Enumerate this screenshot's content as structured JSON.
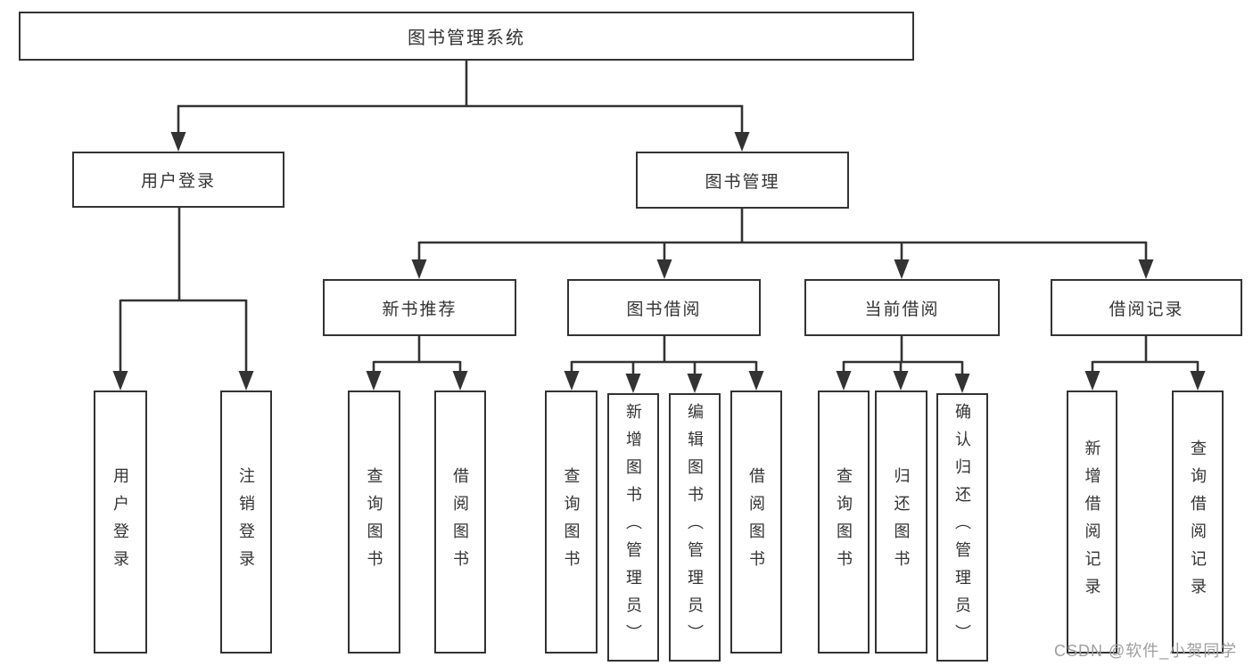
{
  "colors": {
    "background": "#ffffff",
    "line": "#333333",
    "box_border": "#333333",
    "box_fill": "#ffffff",
    "text": "#333333",
    "watermark": "#9e9e9e"
  },
  "nodes": {
    "root": "图书管理系统",
    "login": "用户登录",
    "mgmt": "图书管理",
    "login_children": [
      "用户登录",
      "注销登录"
    ],
    "recommend": "新书推荐",
    "borrow": "图书借阅",
    "current": "当前借阅",
    "records": "借阅记录",
    "recommend_children": [
      "查询图书",
      "借阅图书"
    ],
    "borrow_children": [
      "查询图书",
      "新增图书（管理员）",
      "编辑图书（管理员）",
      "借阅图书"
    ],
    "current_children": [
      "查询图书",
      "归还图书",
      "确认归还（管理员）"
    ],
    "records_children": [
      "新增借阅记录",
      "查询借阅记录"
    ]
  },
  "watermark": {
    "text": "CSDN @软件_小贺同学"
  }
}
